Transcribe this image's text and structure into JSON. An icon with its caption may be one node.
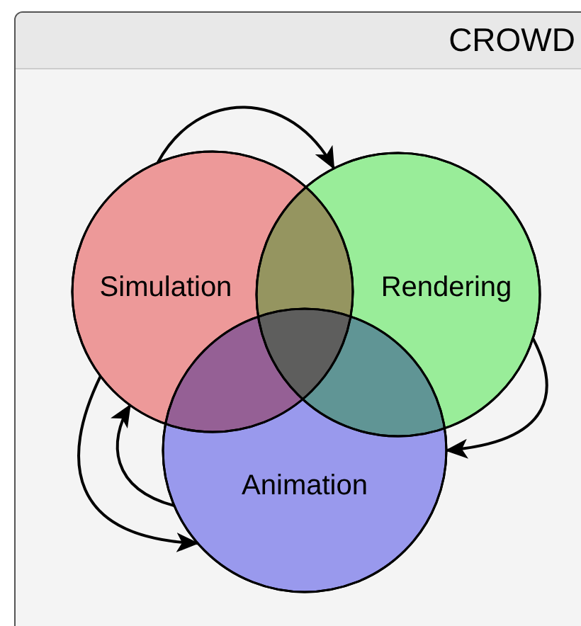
{
  "diagram": {
    "title": "CROWD",
    "nodes": [
      {
        "text": [
          "Simulation"
        ]
      },
      {
        "text": [
          "Rendering"
        ]
      },
      {
        "text": [
          "Animation"
        ]
      }
    ],
    "edges": [
      {
        "from": 0,
        "to": 1,
        "arrow": "to"
      },
      {
        "from": 1,
        "to": 2,
        "arrow": "to"
      },
      {
        "from": 2,
        "to": 0,
        "arrow": "to"
      },
      {
        "from": 0,
        "to": 2,
        "arrow": "to"
      }
    ]
  }
}
